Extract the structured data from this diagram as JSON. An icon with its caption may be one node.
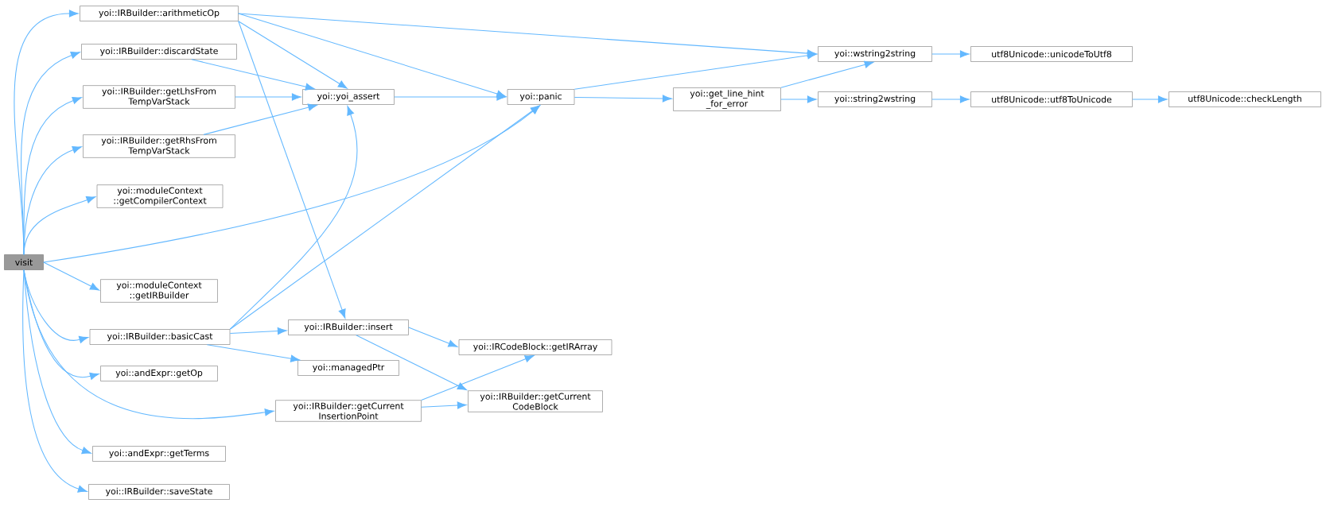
{
  "diagram": {
    "nodes": [
      {
        "text": [
          "visit"
        ]
      },
      {
        "text": [
          "yoi::IRBuilder::arithmeticOp"
        ]
      },
      {
        "text": [
          "yoi::IRBuilder::discardState"
        ]
      },
      {
        "text": [
          "yoi::IRBuilder::getLhsFrom TempVarStack"
        ]
      },
      {
        "text": [
          "yoi::IRBuilder::getRhsFrom TempVarStack"
        ]
      },
      {
        "text": [
          "yoi::moduleContext ::getCompilerContext"
        ]
      },
      {
        "text": [
          "yoi::moduleContext ::getIRBuilder"
        ]
      },
      {
        "text": [
          "yoi::IRBuilder::basicCast"
        ]
      },
      {
        "text": [
          "yoi::andExpr::getOp"
        ]
      },
      {
        "text": [
          "yoi::andExpr::getTerms"
        ]
      },
      {
        "text": [
          "yoi::IRBuilder::saveState"
        ]
      },
      {
        "text": [
          "yoi::yoi_assert"
        ]
      },
      {
        "text": [
          "yoi::IRBuilder::insert"
        ]
      },
      {
        "text": [
          "yoi::managedPtr"
        ]
      },
      {
        "text": [
          "yoi::IRBuilder::getCurrent InsertionPoint"
        ]
      },
      {
        "text": [
          "yoi::panic"
        ]
      },
      {
        "text": [
          "yoi::IRCodeBlock::getIRArray"
        ]
      },
      {
        "text": [
          "yoi::IRBuilder::getCurrent CodeBlock"
        ]
      },
      {
        "text": [
          "yoi::get_line_hint _for_error"
        ]
      },
      {
        "text": [
          "yoi::wstring2string"
        ]
      },
      {
        "text": [
          "yoi::string2wstring"
        ]
      },
      {
        "text": [
          "utf8Unicode::unicodeToUtf8"
        ]
      },
      {
        "text": [
          "utf8Unicode::utf8ToUnicode"
        ]
      },
      {
        "text": [
          "utf8Unicode::checkLength"
        ]
      }
    ],
    "edges": [
      {
        "from": 0,
        "to": 1,
        "arrow": "to"
      },
      {
        "from": 0,
        "to": 2,
        "arrow": "to"
      },
      {
        "from": 0,
        "to": 3,
        "arrow": "to"
      },
      {
        "from": 0,
        "to": 4,
        "arrow": "to"
      },
      {
        "from": 0,
        "to": 5,
        "arrow": "to"
      },
      {
        "from": 0,
        "to": 15,
        "arrow": "to"
      },
      {
        "from": 0,
        "to": 6,
        "arrow": "to"
      },
      {
        "from": 0,
        "to": 7,
        "arrow": "to"
      },
      {
        "from": 0,
        "to": 8,
        "arrow": "to"
      },
      {
        "from": 0,
        "to": 14,
        "arrow": "to"
      },
      {
        "from": 0,
        "to": 9,
        "arrow": "to"
      },
      {
        "from": 0,
        "to": 10,
        "arrow": "to"
      },
      {
        "from": 1,
        "to": 19,
        "arrow": "to"
      },
      {
        "from": 1,
        "to": 15,
        "arrow": "to"
      },
      {
        "from": 1,
        "to": 11,
        "arrow": "to"
      },
      {
        "from": 1,
        "to": 12,
        "arrow": "to"
      },
      {
        "from": 2,
        "to": 11,
        "arrow": "to"
      },
      {
        "from": 3,
        "to": 11,
        "arrow": "to"
      },
      {
        "from": 4,
        "to": 11,
        "arrow": "to"
      },
      {
        "from": 11,
        "to": 15,
        "arrow": "to"
      },
      {
        "from": 15,
        "to": 19,
        "arrow": "to"
      },
      {
        "from": 15,
        "to": 18,
        "arrow": "to"
      },
      {
        "from": 18,
        "to": 19,
        "arrow": "to"
      },
      {
        "from": 18,
        "to": 20,
        "arrow": "to"
      },
      {
        "from": 19,
        "to": 21,
        "arrow": "to"
      },
      {
        "from": 20,
        "to": 22,
        "arrow": "to"
      },
      {
        "from": 22,
        "to": 23,
        "arrow": "to"
      },
      {
        "from": 7,
        "to": 11,
        "arrow": "to"
      },
      {
        "from": 7,
        "to": 15,
        "arrow": "to"
      },
      {
        "from": 7,
        "to": 12,
        "arrow": "to"
      },
      {
        "from": 7,
        "to": 13,
        "arrow": "to"
      },
      {
        "from": 12,
        "to": 16,
        "arrow": "to"
      },
      {
        "from": 12,
        "to": 17,
        "arrow": "to"
      },
      {
        "from": 14,
        "to": 16,
        "arrow": "to"
      },
      {
        "from": 14,
        "to": 17,
        "arrow": "to"
      }
    ]
  }
}
